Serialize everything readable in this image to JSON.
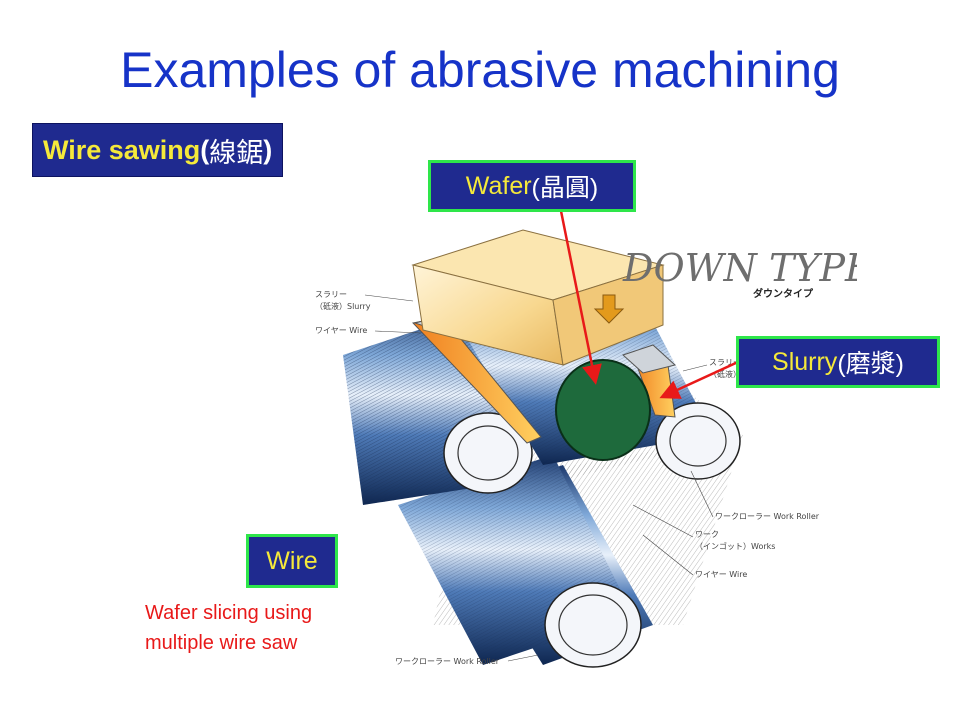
{
  "slide": {
    "title": "Examples of abrasive machining"
  },
  "section_label": {
    "en": "Wire sawing",
    "open": " (",
    "zh": "線鋸",
    "close": ")"
  },
  "callouts": {
    "wafer": {
      "en": "Wafer",
      "zh": " (晶圓)"
    },
    "slurry": {
      "en": "Slurry",
      "zh": " (磨漿)"
    },
    "wire": {
      "en": "Wire"
    }
  },
  "caption": {
    "line1": "Wafer slicing using",
    "line2": "multiple wire saw"
  },
  "figure": {
    "heading": "DOWN TYPE",
    "heading_jp": "ダウンタイプ",
    "labels": {
      "slurry_jp": "スラリー",
      "slurry_sub": "（砥液）Slurry",
      "wire_left": "ワイヤー  Wire",
      "slurry_right_jp": "スラリー",
      "slurry_right_sub": "（砥液）",
      "work_roller_right": "ワークローラー  Work Roller",
      "works_jp": "ワーク",
      "works_sub": "（インゴット）Works",
      "wire_right": "ワイヤー  Wire",
      "work_roller_bottom": "ワークローラー  Work Roller"
    }
  },
  "colors": {
    "title_blue": "#1633c8",
    "label_bg": "#1f2a8f",
    "label_yellow": "#f5e93a",
    "callout_border": "#2ee64a",
    "caption_red": "#e81919",
    "wafer_green": "#1e6a3c"
  }
}
